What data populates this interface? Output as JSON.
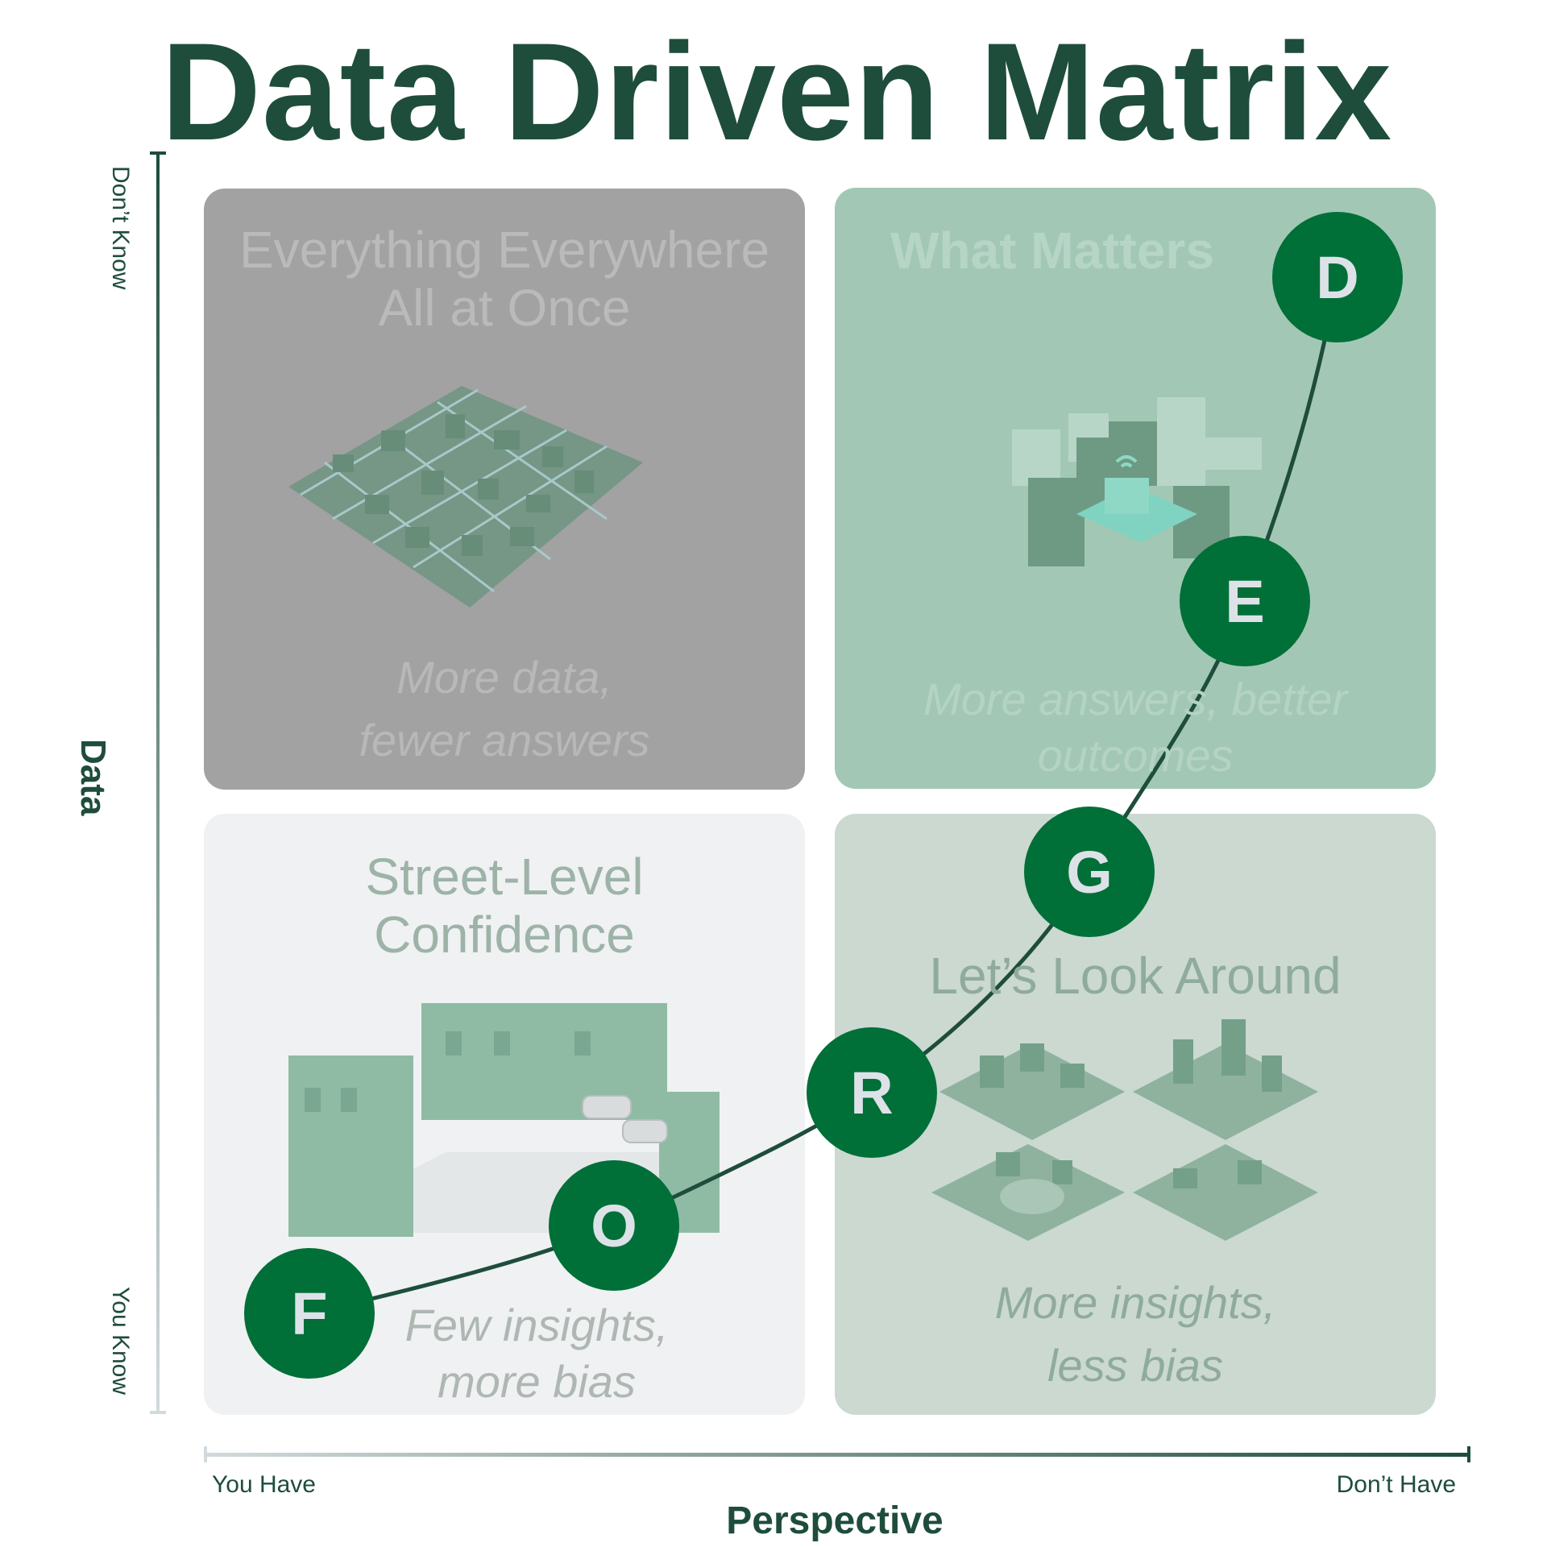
{
  "title": "Data Driven Matrix",
  "y_axis": {
    "label": "Data",
    "top": "Don’t Know",
    "bottom": "You Know"
  },
  "x_axis": {
    "label": "Perspective",
    "left": "You Have",
    "right": "Don’t Have"
  },
  "quadrants": {
    "top_left": {
      "title_line1": "Everything Everywhere",
      "title_line2": "All at Once",
      "sub_line1": "More data,",
      "sub_line2": "fewer answers"
    },
    "top_right": {
      "title_line1": "What Matters",
      "sub_line1": "More answers, better",
      "sub_line2": "outcomes"
    },
    "bottom_left": {
      "title_line1": "Street-Level",
      "title_line2": "Confidence",
      "sub_line1": "Few insights,",
      "sub_line2": "more bias"
    },
    "bottom_right": {
      "title_line1": "Let’s Look Around",
      "sub_line1": "More insights,",
      "sub_line2": "less bias"
    }
  },
  "path_letters": [
    "F",
    "O",
    "R",
    "G",
    "E",
    "D"
  ],
  "colors": {
    "title": "#1e4d3b",
    "node": "#006f38",
    "node_text": "#dde2e8"
  }
}
